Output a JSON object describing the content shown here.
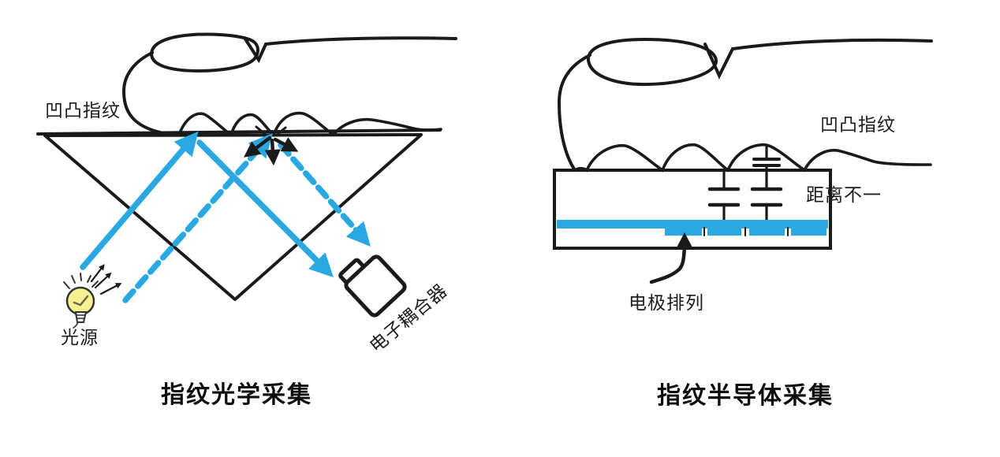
{
  "figure": {
    "panels": [
      {
        "id": "optical",
        "title": "指纹光学采集",
        "labels": {
          "fingerprint": "凹凸指纹",
          "light_source": "光源",
          "ccd": "电子耦合器"
        }
      },
      {
        "id": "semiconductor",
        "title": "指纹半导体采集",
        "labels": {
          "fingerprint": "凹凸指纹",
          "distance": "距离不一",
          "electrodes": "电极排列"
        }
      }
    ],
    "colors": {
      "ray_blue": "#29A8E1",
      "bulb_yellow": "#F7F18F",
      "ink": "#1A1A1A"
    }
  }
}
